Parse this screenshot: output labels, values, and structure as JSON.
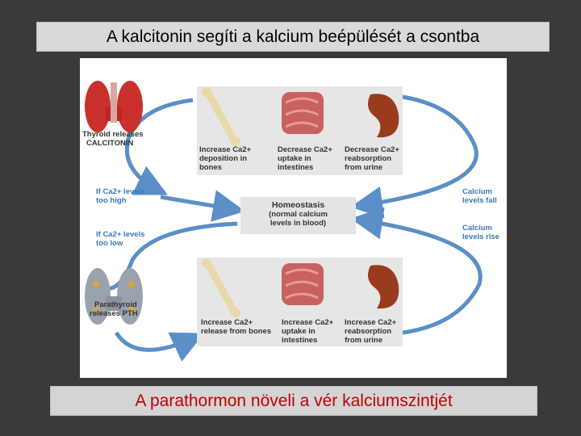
{
  "title": "A kalcitonin segíti a kalcium beépülését a csontba",
  "subtitle": "A parathormon növeli a vér kalciumszintjét",
  "diagram": {
    "top": {
      "gland_label_1": "Thyroid releases",
      "gland_label_2": "CALCITONIN",
      "effect_bone": "Increase Ca2+\ndeposition in\nbones",
      "effect_intestine": "Decrease Ca2+\nuptake in\nintestines",
      "effect_kidney": "Decrease Ca2+\nreabsorption\nfrom urine"
    },
    "center": {
      "homeostasis_title": "Homeostasis",
      "homeostasis_sub": "(normal calcium\nlevels in blood)"
    },
    "left_labels": {
      "high": "If Ca2+ levels\ntoo high",
      "low": "If Ca2+ levels\ntoo low"
    },
    "right_labels": {
      "fall": "Calcium\nlevels fall",
      "rise": "Calcium\nlevels rise"
    },
    "bottom": {
      "gland_label_1": "Parathyroid",
      "gland_label_2": "releases PTH",
      "effect_bone": "Increase Ca2+\nrelease from bones",
      "effect_intestine": "Increase Ca2+\nuptake in\nintestines",
      "effect_kidney": "Increase Ca2+\nreabsorption\nfrom urine"
    },
    "colors": {
      "arrow": "#5b8fc7",
      "thyroid": "#c9302c",
      "parathyroid": "#9aa3ad",
      "bone": "#e8d9a8",
      "intestine": "#c8625e",
      "kidney": "#9a3b1e"
    }
  }
}
